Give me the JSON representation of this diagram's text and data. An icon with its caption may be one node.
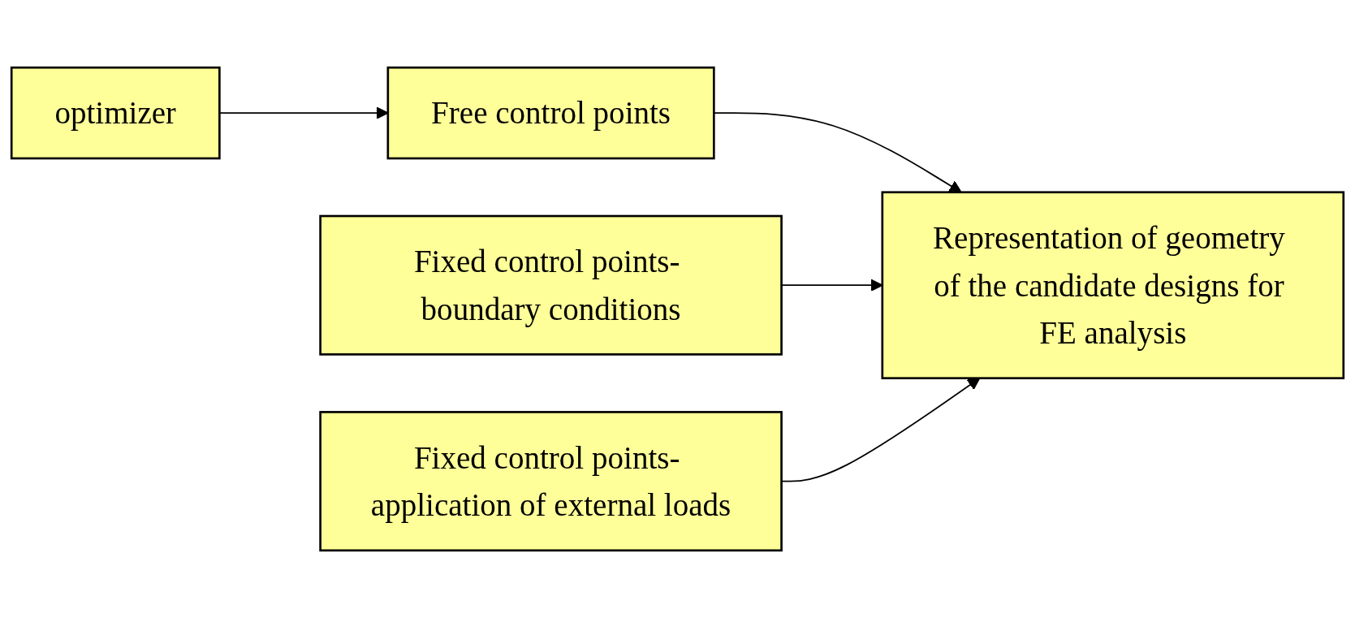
{
  "diagram": {
    "nodes": [
      {
        "text": [
          "optimizer"
        ]
      },
      {
        "text": [
          "Free control points"
        ]
      },
      {
        "text": [
          "Fixed control points- boundary conditions"
        ]
      },
      {
        "text": [
          "Fixed control points- application of external loads"
        ]
      },
      {
        "text": [
          "Representation of geometry of the candidate designs for FE analysis"
        ]
      }
    ],
    "edges": [
      {
        "from": 0,
        "to": 1,
        "arrow": "to"
      },
      {
        "from": 1,
        "to": 4,
        "arrow": "to"
      },
      {
        "from": 2,
        "to": 4,
        "arrow": "to"
      },
      {
        "from": 3,
        "to": 4,
        "arrow": "to"
      }
    ]
  }
}
